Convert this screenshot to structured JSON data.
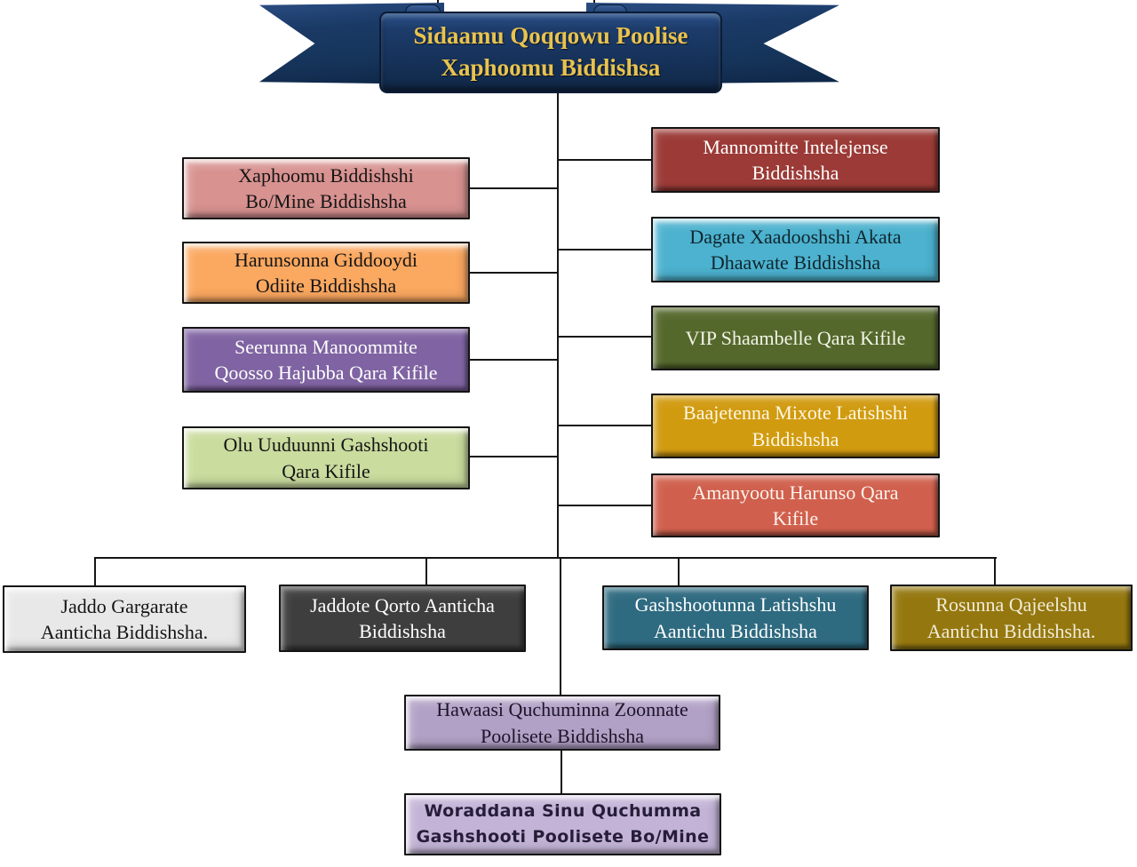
{
  "banner": {
    "title": "Sidaamu Qoqqowu Poolise\nXaphoomu Biddishsa",
    "bg": "#17335c",
    "text_color": "#e9c34f"
  },
  "left_branches": [
    {
      "label": "Xaphoomu Biddishshi\nBo/Mine Biddishsha",
      "bg": "#d89290",
      "fg": "#151515"
    },
    {
      "label": "Harunsonna Giddooydi\nOdiite Biddishsha",
      "bg": "#fba860",
      "fg": "#151515"
    },
    {
      "label": "Seerunna Manoommite\nQoosso Hajubba Qara Kifile",
      "bg": "#7f63a2",
      "fg": "#ffffff"
    },
    {
      "label": "Olu Uuduunni Gashshooti\nQara Kifile",
      "bg": "#cadc9e",
      "fg": "#151515"
    }
  ],
  "right_branches": [
    {
      "label": "Mannomitte Intelejense\nBiddishsha",
      "bg": "#9b3a36",
      "fg": "#ffffff"
    },
    {
      "label": "Dagate Xaadooshshi Akata\nDhaawate Biddishsha",
      "bg": "#4cb2cf",
      "fg": "#10262e"
    },
    {
      "label": "VIP Shaambelle Qara Kifile",
      "bg": "#55682c",
      "fg": "#f2f4e6"
    },
    {
      "label": "Baajetenna Mixote Latishshi\nBiddishsha",
      "bg": "#d19b10",
      "fg": "#fdf7e3"
    },
    {
      "label": "Amanyootu Harunso Qara\nKifile",
      "bg": "#d0604d",
      "fg": "#fdf2ec"
    }
  ],
  "bottom_row": [
    {
      "label": "Jaddo Gargarate\nAanticha Biddishsha.",
      "bg": "#e8e8e8",
      "fg": "#151515"
    },
    {
      "label": "Jaddote Qorto Aanticha\nBiddishsha",
      "bg": "#3e3e3e",
      "fg": "#ffffff"
    },
    {
      "label": "Gashshootunna Latishshu\nAantichu Biddishsha",
      "bg": "#2e6a80",
      "fg": "#ffffff"
    },
    {
      "label": "Rosunna Qajeelshu\nAantichu Biddishsha.",
      "bg": "#94770e",
      "fg": "#f1ecd8"
    }
  ],
  "community_box": {
    "label": "Hawaasi Quchuminna Zoonnate\nPoolisete Biddishsha",
    "bg": "#b2a1c6",
    "fg": "#1c1529"
  },
  "woreda_box": {
    "label": "Woraddana Sinu Quchumma\nGashshooti Poolisete Bo/Mine",
    "bg": "#c3b4d7",
    "fg": "#261d38"
  },
  "connector_color": "#161616"
}
